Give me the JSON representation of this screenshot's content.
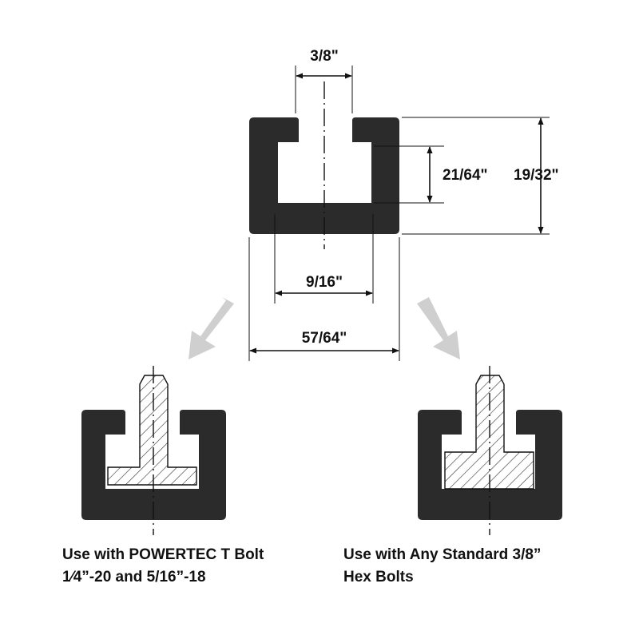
{
  "dimensions": {
    "slot_opening": "3/8\"",
    "inner_height": "21/64\"",
    "overall_height": "19/32\"",
    "inner_width": "9/16\"",
    "overall_width": "57/64\""
  },
  "captions": {
    "left": {
      "line1": "Use with POWERTEC T Bolt",
      "line2": "1⁄4”-20 and 5/16”-18"
    },
    "right": {
      "line1": "Use with Any Standard 3/8”",
      "line2": "Hex Bolts"
    }
  },
  "colors": {
    "profile": "#2b2b2b",
    "arrow": "#cfcfcf",
    "line": "#111111"
  }
}
